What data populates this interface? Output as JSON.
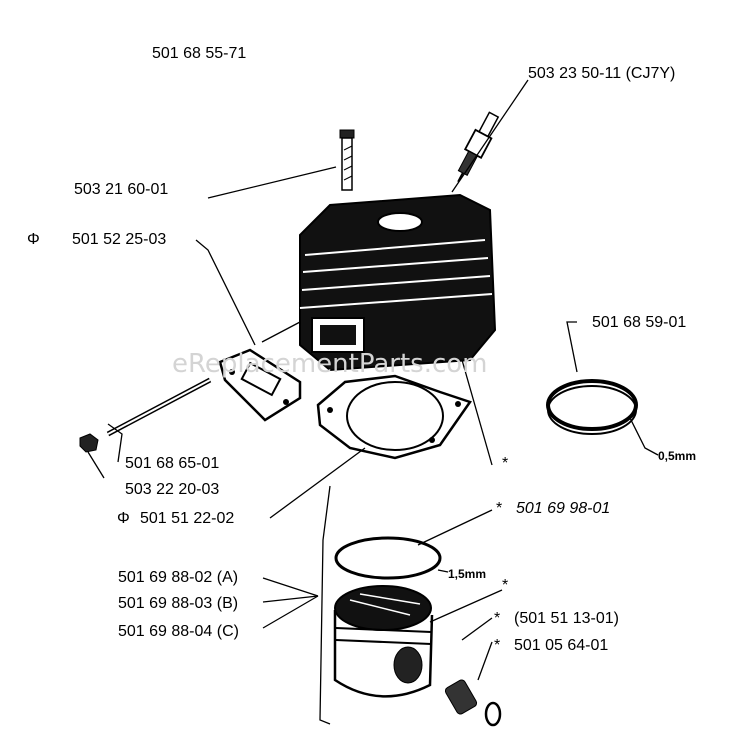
{
  "watermark": "eReplacementParts.com",
  "labels": {
    "assembly": "501 68 55-71",
    "spark_plug": "503 23 50-11 (CJ7Y)",
    "bolt": "503 21 60-01",
    "exhaust_gasket": "501 52 25-03",
    "exhaust_gasket_mark": "Φ",
    "ring_right": "501 68 59-01",
    "ring_right_thickness": "0,5mm",
    "stud": "501 68 65-01",
    "nut": "503 22 20-03",
    "base_gasket": "501 51 22-02",
    "base_gasket_mark": "Φ",
    "piston_ring": "501 69 98-01",
    "piston_ring_thickness": "1,5mm",
    "piston_a": "501 69 88-02 (A)",
    "piston_b": "501 69 88-03 (B)",
    "piston_c": "501 69 88-04 (C)",
    "pin_bearing": "(501 51 13-01)",
    "circlip": "501 05 64-01",
    "star": "*"
  }
}
